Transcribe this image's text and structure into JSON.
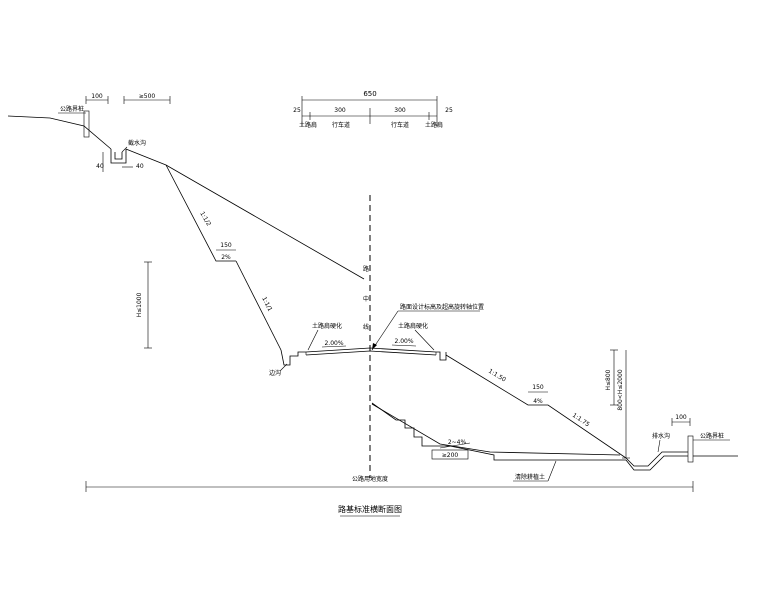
{
  "title": "路基标准横断面图",
  "labels": {
    "boundary_left": "公路界桩",
    "boundary_right": "公路界桩",
    "intercept_ditch": "截水沟",
    "side_ditch": "边沟",
    "drain_ditch": "排水沟",
    "shoulder_left": "土路肩硬化",
    "shoulder_right": "土路肩硬化",
    "design_elev": "路面设计标高及超高旋转轴位置",
    "centerline": "路中线",
    "clear_topsoil": "清除耕植土",
    "land_width": "公路用地宽度",
    "shoulder_a": "土路肩",
    "lane_a": "行车道",
    "lane_b": "行车道",
    "shoulder_b": "土路肩"
  },
  "dims": {
    "total": "650",
    "shoulder_a": "25",
    "lane_a": "300",
    "lane_b": "300",
    "shoulder_b": "25",
    "left_100": "100",
    "left_500": "≥500",
    "ditch_40_v": "40",
    "ditch_40_h": "40",
    "berm_150_left": "150",
    "berm_150_right": "150",
    "right_100": "100",
    "step_200": "≥200",
    "h_left": "H≤1000",
    "h_right_a": "H≤800",
    "h_right_b": "800<H≤2000"
  },
  "slopes": {
    "cut_upper": "1:1/2",
    "cut_lower": "1:1/1",
    "fill_upper": "1:1.50",
    "fill_lower": "1:1.75",
    "berm_left": "2%",
    "berm_right": "4%",
    "crown_left": "2.00%",
    "crown_right": "2.00%",
    "step_grade": "2~4%"
  }
}
